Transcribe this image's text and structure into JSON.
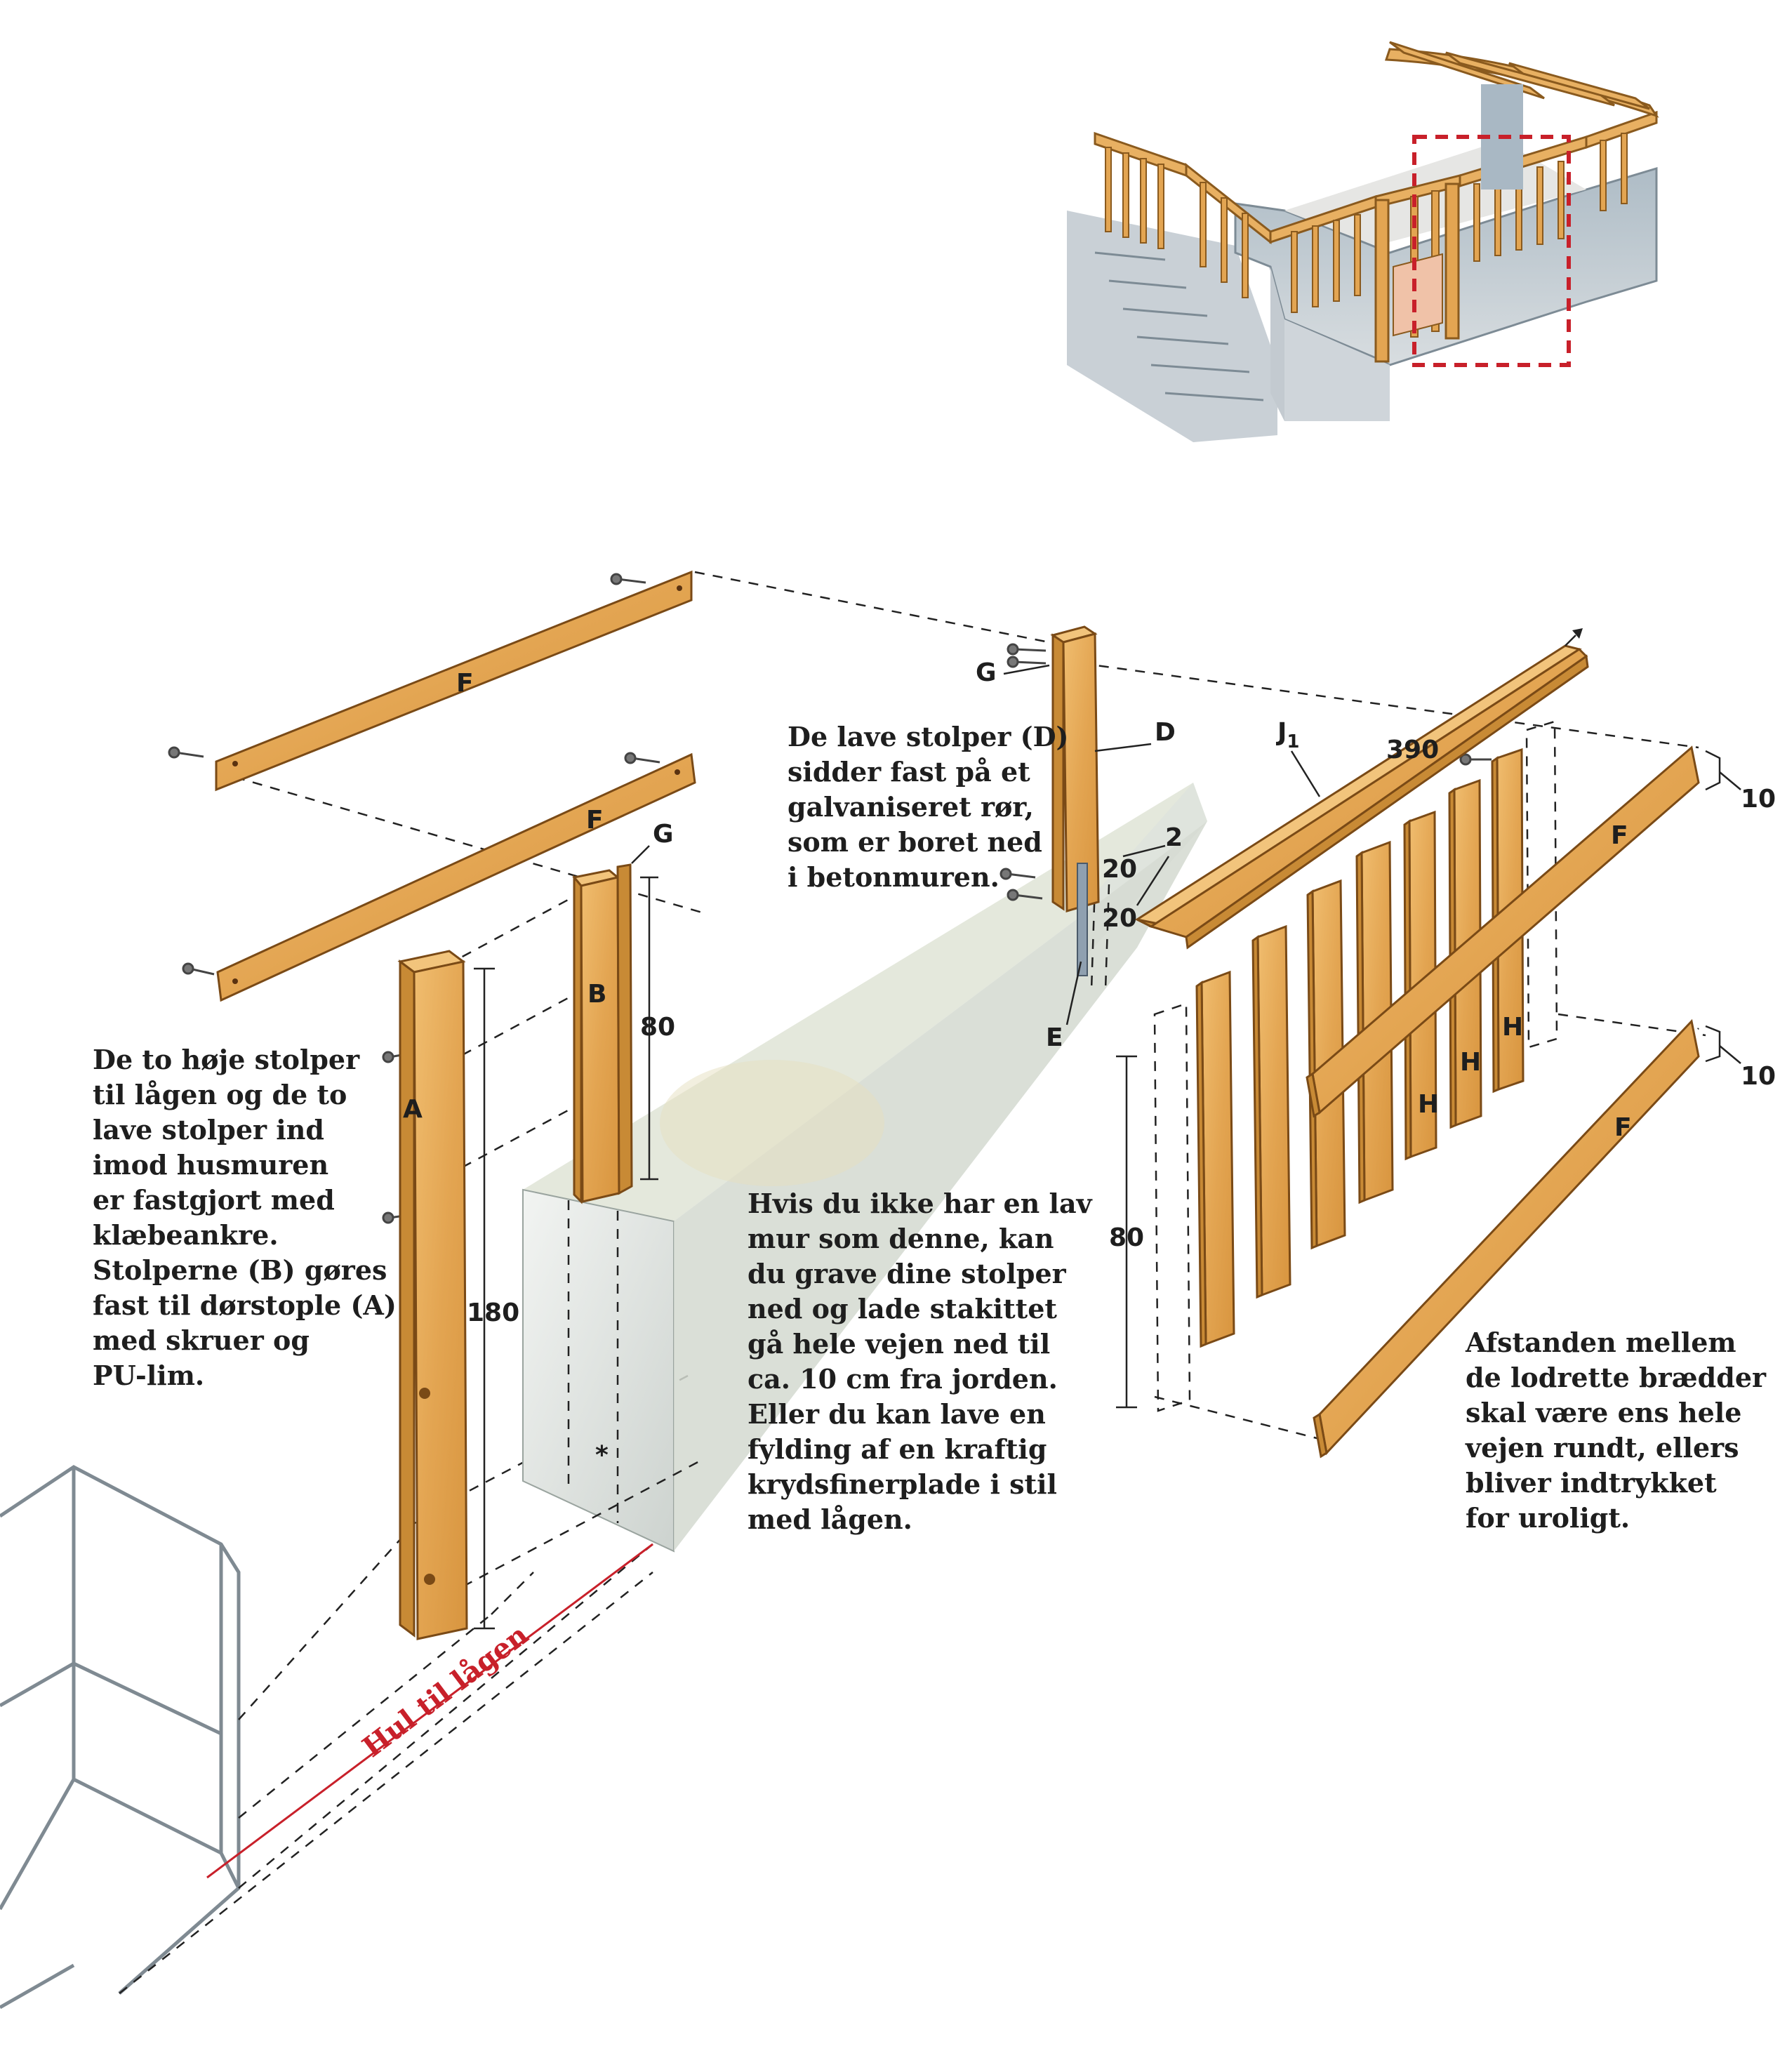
{
  "labels": {
    "F": "F",
    "G": "G",
    "A": "A",
    "B": "B",
    "D": "D",
    "E": "E",
    "J1": "J",
    "J1_sub": "1",
    "H": "H"
  },
  "dimensions": {
    "d180": "180",
    "d80_post": "80",
    "d390": "390",
    "d20_upper": "20",
    "d20_lower": "20",
    "d2": "2",
    "d10_upper": "10",
    "d10_lower": "10",
    "d80_fence": "80"
  },
  "gate_hole_label": "Hul til lågen",
  "notes": {
    "low_posts": "De lave stolper (D)\nsidder fast på et\ngalvaniseret rør,\nsom er boret ned\ni betonmuren.",
    "tall_posts": "De to høje stolper\ntil lågen og de to\nlave stolper ind\nimod husmuren\ner fastgjort med\nklæbeankre.\nStolperne (B) gøres\nfast til dørstople (A)\nmed skruer og\nPU-lim.",
    "no_wall": "Hvis du ikke har en lav\nmur som denne, kan\ndu grave dine stolper\nned og lade stakittet\ngå hele vejen ned til\nca. 10 cm fra jorden.\nEller du kan lave en\nfylding af en kraftig\nkrydsfinerplade i stil\nmed lågen.",
    "spacing": "Afstanden mellem\nde lodrette brædder\nskal være ens hele\nvejen rundt, ellers\nbliver indtrykket\nfor uroligt."
  },
  "colors": {
    "wood": "#e9ad5c",
    "wood_dark": "#7a4a16",
    "concrete": "#dfe3e0",
    "accent_red": "#c8202a",
    "wall_gray": "#b7c2c9"
  }
}
